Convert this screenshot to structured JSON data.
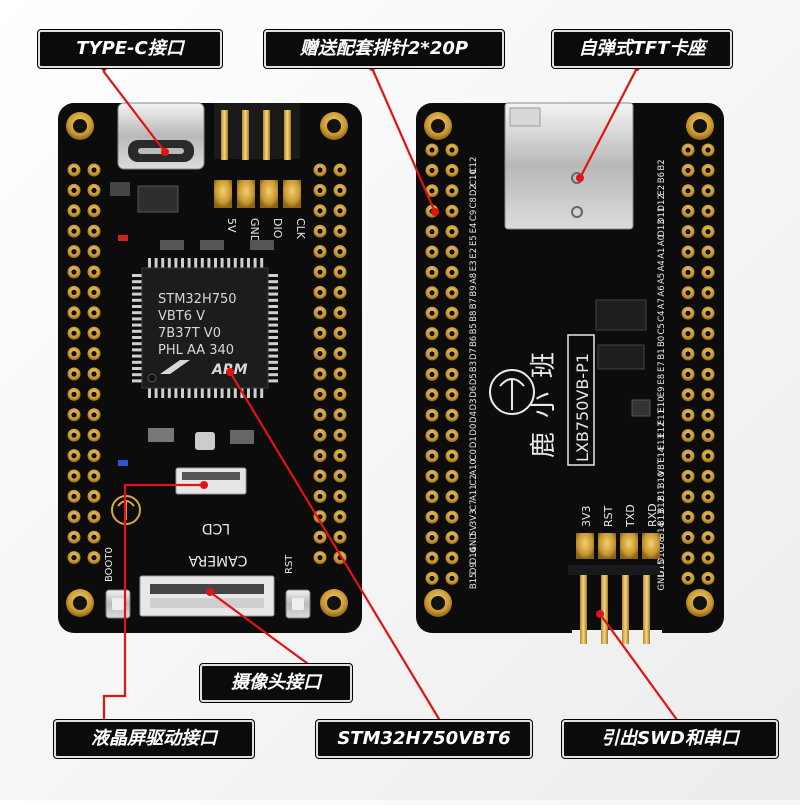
{
  "callouts": {
    "typec": "TYPE-C接口",
    "headers": "赠送配套排针2*20P",
    "tf": "自弹式TFT卡座",
    "camera": "摄像头接口",
    "lcd": "液晶屏驱动接口",
    "mcu": "STM32H750VBT6",
    "swd": "引出SWD和串口"
  },
  "front_board": {
    "chip_lines": [
      "STM32H750",
      "VBT6      V",
      "7B37T  V0",
      "PHL  AA 340"
    ],
    "chip_brand": "ARM",
    "header_pins": [
      "5V",
      "GND",
      "DIO",
      "CLK"
    ],
    "lcd_label": "LCD",
    "camera_label": "CAMERA",
    "boot_label": "BOOT0",
    "rst_label": "RST"
  },
  "back_board": {
    "brand_chars": [
      "鹿",
      "小",
      "班"
    ],
    "model": "LXB750VB-P1",
    "bottom_pins": [
      "3V3",
      "RST",
      "TXD",
      "RXD"
    ],
    "left_pin_labels": [
      "C12",
      "C10",
      "D2",
      "C8",
      "C9",
      "E4",
      "E5",
      "E2",
      "E3",
      "A8",
      "B9",
      "B7",
      "B8",
      "B5",
      "B6",
      "D7",
      "B3",
      "D5",
      "D6",
      "D3",
      "D4",
      "D0",
      "D1",
      "C0",
      "A10",
      "C2",
      "A11",
      "C7",
      "3V3",
      "5V",
      "GND",
      "D14",
      "D9",
      "B15"
    ],
    "right_pin_labels": [
      "B2",
      "B6",
      "E2",
      "D12",
      "D11",
      "D13",
      "A0",
      "A1",
      "A4",
      "A5",
      "A6",
      "A7",
      "C4",
      "C5",
      "B0",
      "B1",
      "E7",
      "E8",
      "E9",
      "E10",
      "E11",
      "E12",
      "E13",
      "E14",
      "VBT",
      "B10",
      "B11",
      "B12",
      "B13",
      "B14",
      "D8",
      "D10",
      "D15",
      "GND"
    ]
  },
  "colors": {
    "pcb": "#0c0c0c",
    "gold": "#d6a640",
    "silk": "#e8e8e8",
    "leader": "#e01414",
    "callout_bg": "#0b0b0b"
  }
}
